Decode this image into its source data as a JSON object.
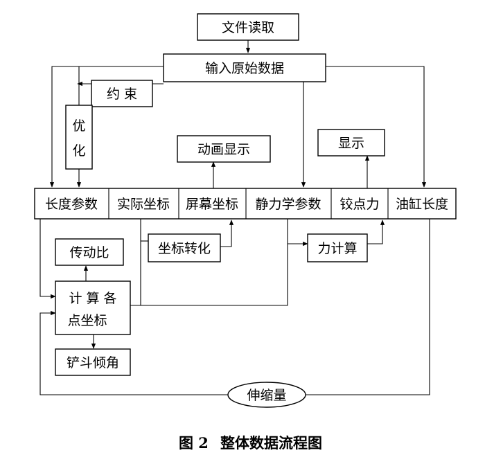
{
  "nodes": {
    "file_read": "文件读取",
    "input_raw": "输入原始数据",
    "constraint": "约 束",
    "optimize_1": "优",
    "optimize_2": "化",
    "animation": "动画显示",
    "display": "显示",
    "length_params": "长度参数",
    "actual_coords": "实际坐标",
    "screen_coords": "屏幕坐标",
    "statics_params": "静力学参数",
    "hinge_force": "铰点力",
    "cylinder_length": "油缸长度",
    "transmission_ratio": "传动比",
    "coord_transform": "坐标转化",
    "force_calc": "力计算",
    "calc_points_1": "计 算 各",
    "calc_points_2": "点坐标",
    "bucket_angle": "铲斗倾角",
    "stroke": "伸缩量"
  },
  "caption": {
    "number": "图 2",
    "title": "整体数据流程图"
  },
  "colors": {
    "stroke": "#000000",
    "background": "#ffffff"
  }
}
